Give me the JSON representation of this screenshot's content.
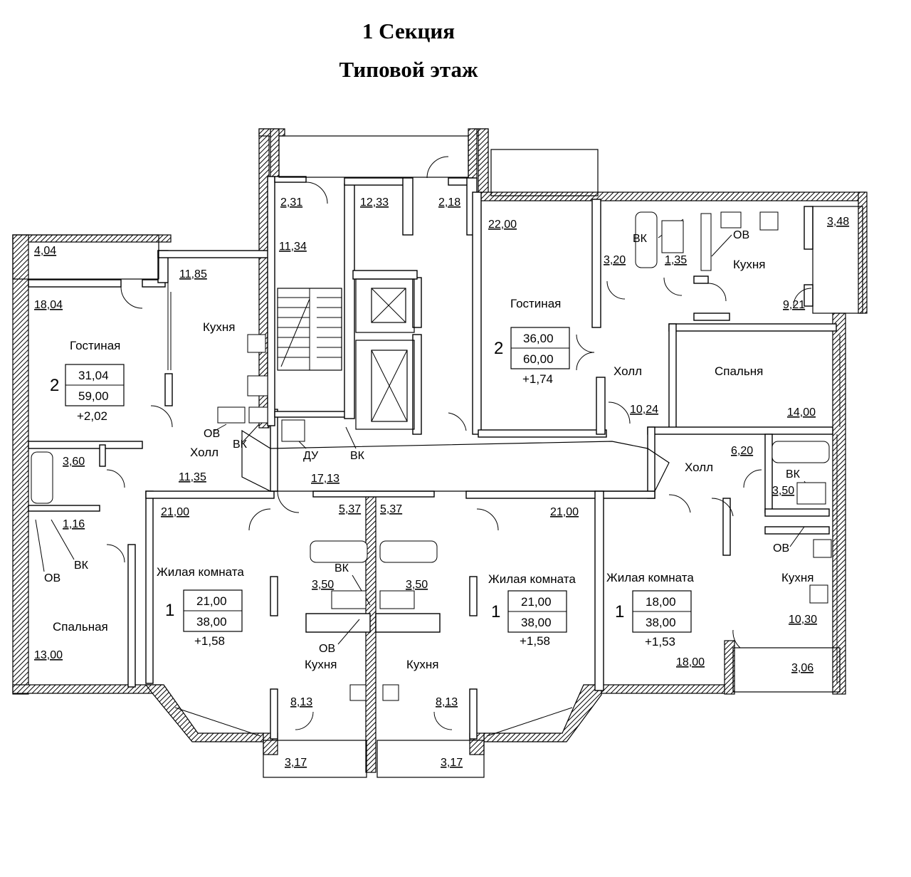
{
  "header": {
    "section": "1 Секция",
    "floor": "Типовой этаж"
  },
  "rooms": {
    "a_balcony": "4,04",
    "a_living_area": "18,04",
    "a_living": "Гостиная",
    "a_kitchen_area": "11,85",
    "a_kitchen": "Кухня",
    "a_hall": "Холл",
    "a_hall_area": "11,35",
    "a_bath_area": "3,60",
    "a_wc_area": "1,16",
    "a_bedroom": "Спальная",
    "a_bedroom_area": "13,00",
    "a_rooms": "2",
    "a_living_total": "31,04",
    "a_total": "59,00",
    "a_balcony_sum": "+2,02",
    "c_top_left": "2,31",
    "c_stair_area": "11,34",
    "c_lobby_area": "12,33",
    "c_vest_area": "2,18",
    "c_corridor_area": "17,13",
    "c_du": "ДУ",
    "c_ov1": "ОВ",
    "c_vk1": "ВК",
    "c_vk2": "ВК",
    "c_vk_ov_a_ov": "ОВ",
    "c_vk_ov_a_vk": "ВК",
    "b_living_area": "22,00",
    "b_living": "Гостиная",
    "b_rooms": "2",
    "b_living_total": "36,00",
    "b_total": "60,00",
    "b_balcony_sum": "+1,74",
    "b_bath_area": "3,20",
    "b_wc_area": "1,35",
    "b_vk": "ВК",
    "b_ov": "ОВ",
    "b_kitchen": "Кухня",
    "b_kitchen_area": "9,21",
    "b_balcony": "3,48",
    "b_hall": "Холл",
    "b_hall_area": "10,24",
    "b_bedroom": "Спальня",
    "b_bedroom_area": "14,00",
    "e_hall": "Холл",
    "e_hall_area": "6,20",
    "e_vk": "ВК",
    "e_bath_area": "3,50",
    "e_ov": "ОВ",
    "e_kitchen": "Кухня",
    "e_kitchen_area": "10,30",
    "e_balcony": "3,06",
    "e_room_area": "18,00",
    "e_room": "Жилая комната",
    "e_rooms": "1",
    "e_living_total": "18,00",
    "e_total": "38,00",
    "e_balcony_sum": "+1,53",
    "d1_room_area": "21,00",
    "d1_room": "Жилая комната",
    "d1_rooms": "1",
    "d1_living_total": "21,00",
    "d1_total": "38,00",
    "d1_balcony_sum": "+1,58",
    "d1_hall_area": "5,37",
    "d1_bath_area": "3,50",
    "d1_kitchen": "Кухня",
    "d1_kitchen_area": "8,13",
    "d1_balcony": "3,17",
    "d2_hall_area": "5,37",
    "d2_bath_area": "3,50",
    "d2_kitchen": "Кухня",
    "d2_kitchen_area": "8,13",
    "d2_balcony": "3,17",
    "d_vk": "ВК",
    "d_ov": "ОВ",
    "d2_room_area": "21,00",
    "d2_room": "Жилая комната",
    "d2_rooms": "1",
    "d2_living_total": "21,00",
    "d2_total": "38,00",
    "d2_balcony_sum": "+1,58"
  }
}
